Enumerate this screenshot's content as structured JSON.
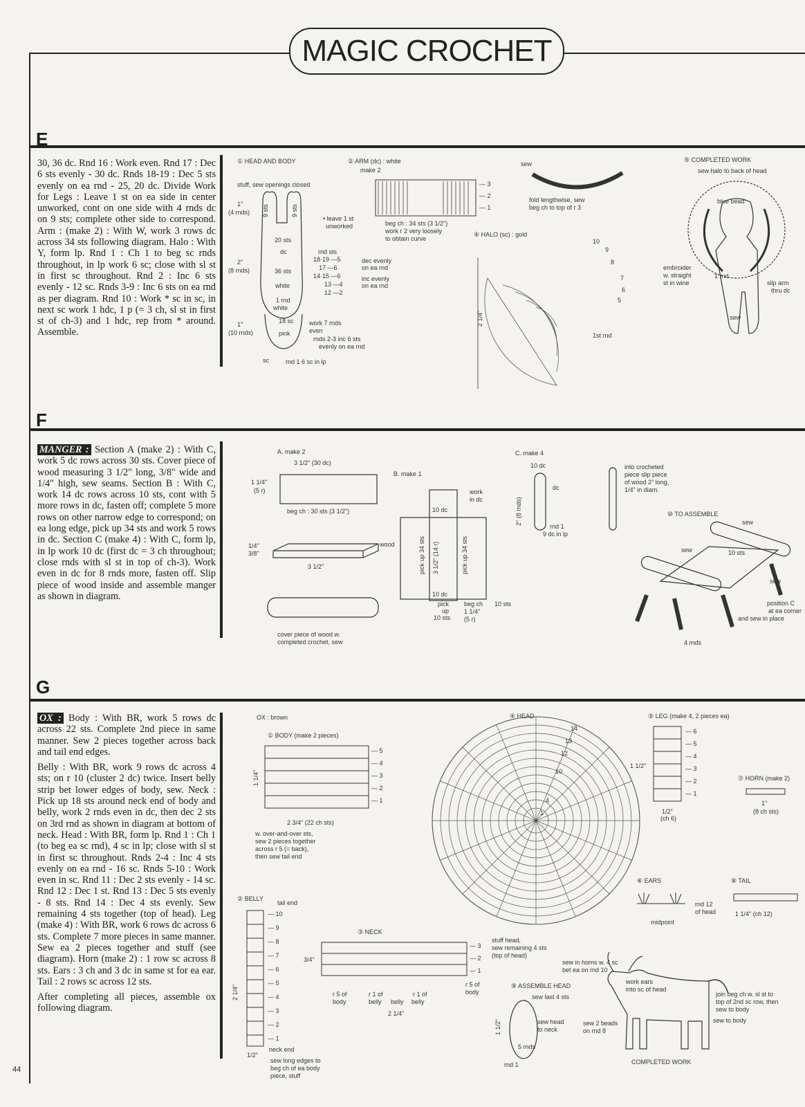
{
  "header": {
    "title": "MAGIC CROCHET"
  },
  "page_number": "44",
  "sections": {
    "e": {
      "letter": "E",
      "text": "30, 36 dc. Rnd 16 : Work even. Rnd 17 : Dec 6 sts evenly - 30 dc. Rnds 18-19 : Dec 5 sts evenly on ea rnd - 25, 20 dc. Divide Work for Legs : Leave 1 st on ea side in center unworked, cont on one side with 4 rnds dc on 9 sts; complete other side to correspond. Arm : (make 2) : With W, work 3 rows dc across 34 sts following diagram. Halo : With Y, form lp. Rnd 1 : Ch 1 to beg sc rnds throughout, in lp work 6 sc; close with sl st in first sc throughout. Rnd 2 : Inc 6 sts evenly - 12 sc. Rnds 3-9 : Inc 6 sts on ea rnd as per diagram. Rnd 10 : Work * sc in sc, in next sc work 1 hdc, 1 p (= 3 ch, sl st in first st of ch-3) and 1 hdc, rep from * around. Assemble.",
      "diagram": {
        "head_body": "① HEAD AND BODY",
        "stuff": "stuff, sew openings closed",
        "dim1": "1\"",
        "dim1b": "(4 rnds)",
        "sts9a": "9 sts",
        "sts9b": "9 sts",
        "leave": "• leave 1 st",
        "unworked": "unworked",
        "sts20": "20 sts",
        "dc": "dc",
        "dim2": "2\"",
        "dim2b": "(8 rnds)",
        "sts36": "36 sts",
        "white": "white",
        "rnd1white": "1 rnd",
        "white2": "white",
        "sc18": "18 sc",
        "pink": "pink",
        "dim3": "1\"",
        "dim3b": "(10 rnds)",
        "sc": "sc",
        "rnd1_6sc": "rnd 1   6 sc in lp",
        "rnd_sts": "rnd  sts",
        "r1819": "18·19 —5",
        "r17": "17 —6",
        "r1415": "14·15 —6",
        "r13": "13 —4",
        "r12": "12 —2",
        "dec_even": "dec evenly",
        "on_ea_rnd": "on ea rnd",
        "inc_even": "inc evenly",
        "on_ea_rnd2": "on ea rnd",
        "work7": "work 7 rnds",
        "even": "even",
        "rnds23": "rnds 2-3   inc 6 sts",
        "evenly_on": "evenly on ea rnd",
        "arm": "② ARM (dc) : white",
        "make2": "make 2",
        "beg34": "beg ch : 34 sts (3 1/2\")",
        "work_r2": "work r 2 very loosely",
        "obtain": "to obtain curve",
        "r3": "— 3",
        "r2": "— 2",
        "r1": "— 1",
        "fold": "fold lengthwise, sew",
        "fold2": "beg ch to top of r 3",
        "sew": "sew",
        "halo": "④ HALO (sc) : gold",
        "dim_halo": "2 1/4\"",
        "rnd10": "10",
        "rnd9": "9",
        "rnd8": "8",
        "rnd7": "7",
        "rnd6": "6",
        "rnd5": "5",
        "first_rnd": "1st rnd",
        "completed": "⑤ COMPLETED WORK",
        "sew_halo": "sew halo to back of head",
        "blue_bead": "blue bead",
        "embroider": "embroider",
        "w_straight": "w. straight",
        "st_wine": "st in wine",
        "one_rnd": "1 rnd",
        "slip_arm": "slip arm",
        "thru_dc": "thru dc",
        "sew2": "sew"
      }
    },
    "f": {
      "letter": "F",
      "label": "MANGER :",
      "text": "Section A (make 2) : With C, work 5 dc rows across 30 sts. Cover piece of wood measuring 3 1/2\" long, 3/8\" wide and 1/4\" high, sew seams. Section B : With C, work 14 dc rows across 10 sts, cont with 5 more rows in dc, fasten off; complete 5 more rows on other narrow edge to correspond; on ea long edge, pick up 34 sts and work 5 rows in dc. Section C (make 4) : With C, form lp, in lp work 10 dc (first dc = 3 ch throughout; close rnds with sl st in top of ch-3). Work even in dc for 8 rnds more, fasten off. Slip piece of wood inside and assemble manger as shown in diagram.",
      "diagram": {
        "a_make2": "A. make 2",
        "a_dim": "3 1/2\"  (30 dc)",
        "a_h": "1 1/4\"",
        "a_h2": "(5 r)",
        "a_beg": "beg ch : 30 sts (3 1/2\")",
        "wood": "wood",
        "w14": "1/4\"",
        "w38": "3/8\"",
        "w312": "3 1/2\"",
        "cover": "cover piece of wood w.",
        "cover2": "completed crochet, sew",
        "b_make1": "B. make 1",
        "work_dc": "work",
        "in_dc": "in dc",
        "ten_dc": "10 dc",
        "ten_dc2": "10 dc",
        "pick34a": "pick up 34 sts",
        "b_len": "3 1/2\" (14 r)",
        "pick34b": "pick up 34 sts",
        "pick_up": "pick",
        "up": "up",
        "ten_sts": "10 sts",
        "beg_ch": "beg ch",
        "one14": "1 1/4\"",
        "five_r": "(5 r)",
        "ten_sts2": "10 sts",
        "c_make4": "C. make 4",
        "ten_dc_c": "10 dc",
        "dc_c": "dc",
        "c_len": "2\" (8 rnds)",
        "rnd1c": "rnd 1",
        "nine_dc": "9 dc in lp",
        "into": "into crocheted",
        "piece": "piece slip piece",
        "of_wood": "of wood 2\" long,",
        "diam": "1/4\" in diam.",
        "assemble": "⑩ TO ASSEMBLE",
        "sew_a": "sew",
        "sew_b": "sew",
        "ten_sts_a": "10 sts",
        "sew_c": "sew",
        "pos_c": "position C",
        "at_corner": "at ea corner",
        "sew_in": "and sew in place",
        "four_rnds": "4 rnds"
      }
    },
    "g": {
      "letter": "G",
      "label": "OX :",
      "p1": "Body : With BR, work 5 rows dc across 22 sts. Complete 2nd piece in same manner. Sew 2 pieces together across back and tail end edges.",
      "p2": "Belly : With BR, work 9 rows dc across 4 sts; on r 10 (cluster 2 dc) twice. Insert belly strip bet lower edges of body, sew. Neck : Pick up 18 sts around neck end of body and belly, work 2 rnds even in dc, then dec 2 sts on 3rd rnd as shown in diagram at bottom of neck. Head : With BR, form lp. Rnd 1 : Ch 1 (to beg ea sc rnd), 4 sc in lp; close with sl st in first sc throughout. Rnds 2-4 : Inc 4 sts evenly on ea rnd - 16 sc. Rnds 5-10 : Work even in sc. Rnd 11 : Dec 2 sts evenly - 14 sc. Rnd 12 : Dec 1 st. Rnd 13 : Dec 5 sts evenly - 8 sts. Rnd 14 : Dec 4 sts evenly. Sew remaining 4 sts together (top of head). Leg (make 4) : With BR, work 6 rows dc across 6 sts. Complete 7 more pieces in same manner. Sew ea 2 pieces together and stuff (see diagram). Horn (make 2) : 1 row sc across 8 sts. Ears : 3 ch and 3 dc in same st for ea ear. Tail : 2 rows sc across 12 sts.",
      "p3": "After completing all pieces, assemble ox following diagram.",
      "diagram": {
        "ox": "OX : brown",
        "body": "① BODY (make 2 pieces)",
        "b5": "— 5",
        "b4": "— 4",
        "b3": "— 3",
        "b2": "— 2",
        "b1": "— 1",
        "b_h": "1 1/4\"",
        "b_w": "2 3/4\" (22 ch sts)",
        "over1": "w. over-and-over sts,",
        "over2": "sew 2 pieces together",
        "over3": "across r 5 (= back),",
        "over4": "then sew tail end",
        "head": "④ HEAD",
        "h14": "14",
        "h13": "13",
        "h12": "12",
        "h10": "10",
        "h4": "4",
        "h1": "1",
        "stuff_head": "stuff head,",
        "sew_rem": "sew remaining 4 sts",
        "top_head": "(top of head)",
        "leg": "⑤ LEG (make 4, 2 pieces ea)",
        "l6": "— 6",
        "l5": "— 5",
        "l4": "— 4",
        "l3": "— 3",
        "l2": "— 2",
        "l1": "— 1",
        "l_h": "1 1/2\"",
        "l_w": "1/2\"",
        "l_ch": "(ch 6)",
        "horn": "⑦ HORN (make 2)",
        "horn_w": "1\"",
        "horn_ch": "(8 ch sts)",
        "ears": "⑥ EARS",
        "rnd12": "rnd 12",
        "of_head": "of head",
        "midpoint": "midpoint",
        "tail": "⑧ TAIL",
        "tail_w": "1 1/4\" (ch 12)",
        "belly": "② BELLY",
        "tail_end": "tail end",
        "bl10": "— 10",
        "bl9": "— 9",
        "bl8": "— 8",
        "bl7": "— 7",
        "bl6": "— 6",
        "bl5": "— 5",
        "bl4": "— 4",
        "bl3": "— 3",
        "bl2": "— 2",
        "bl1": "— 1",
        "bl_h": "2 1/4\"",
        "neck_end": "neck end",
        "bl_w": "1/2\"",
        "sew_long": "sew long edges to",
        "beg_ch": "beg ch of ea body",
        "piece_stuff": "piece, stuff",
        "neck": "③ NECK",
        "n3": "— 3",
        "n2": "— 2",
        "n1": "— 1",
        "n_h": "3/4\"",
        "r5body": "r 5 of",
        "body_l": "body",
        "r1belly": "r 1 of",
        "belly_l": "belly",
        "belly_m": "belly",
        "belly_r": "belly",
        "r1of": "r 1 of",
        "r5b": "r 5 of",
        "body_r": "body",
        "n_w": "2 1/4\"",
        "sew_horns": "sew in horns w. 4 sc",
        "bet_rnd": "bet ea on rnd 10",
        "work_ears": "work ears",
        "into_sc": "into sc of head",
        "assemble_head": "⑨ ASSEMBLE HEAD",
        "sew_last": "sew last 4 sts",
        "ah_h": "1 1/2\"",
        "sew_head": "sew head",
        "to_neck": "to neck",
        "five_rnds": "5 rnds",
        "rnd1": "rnd 1",
        "sew_beads": "sew 2 beads",
        "on_rnd8": "on rnd 8",
        "join_beg": "join beg ch w. sl st to",
        "top_2nd": "top of 2nd sc row, then",
        "sew_body": "sew to body",
        "sew_body2": "sew to body",
        "completed": "COMPLETED WORK"
      }
    }
  }
}
